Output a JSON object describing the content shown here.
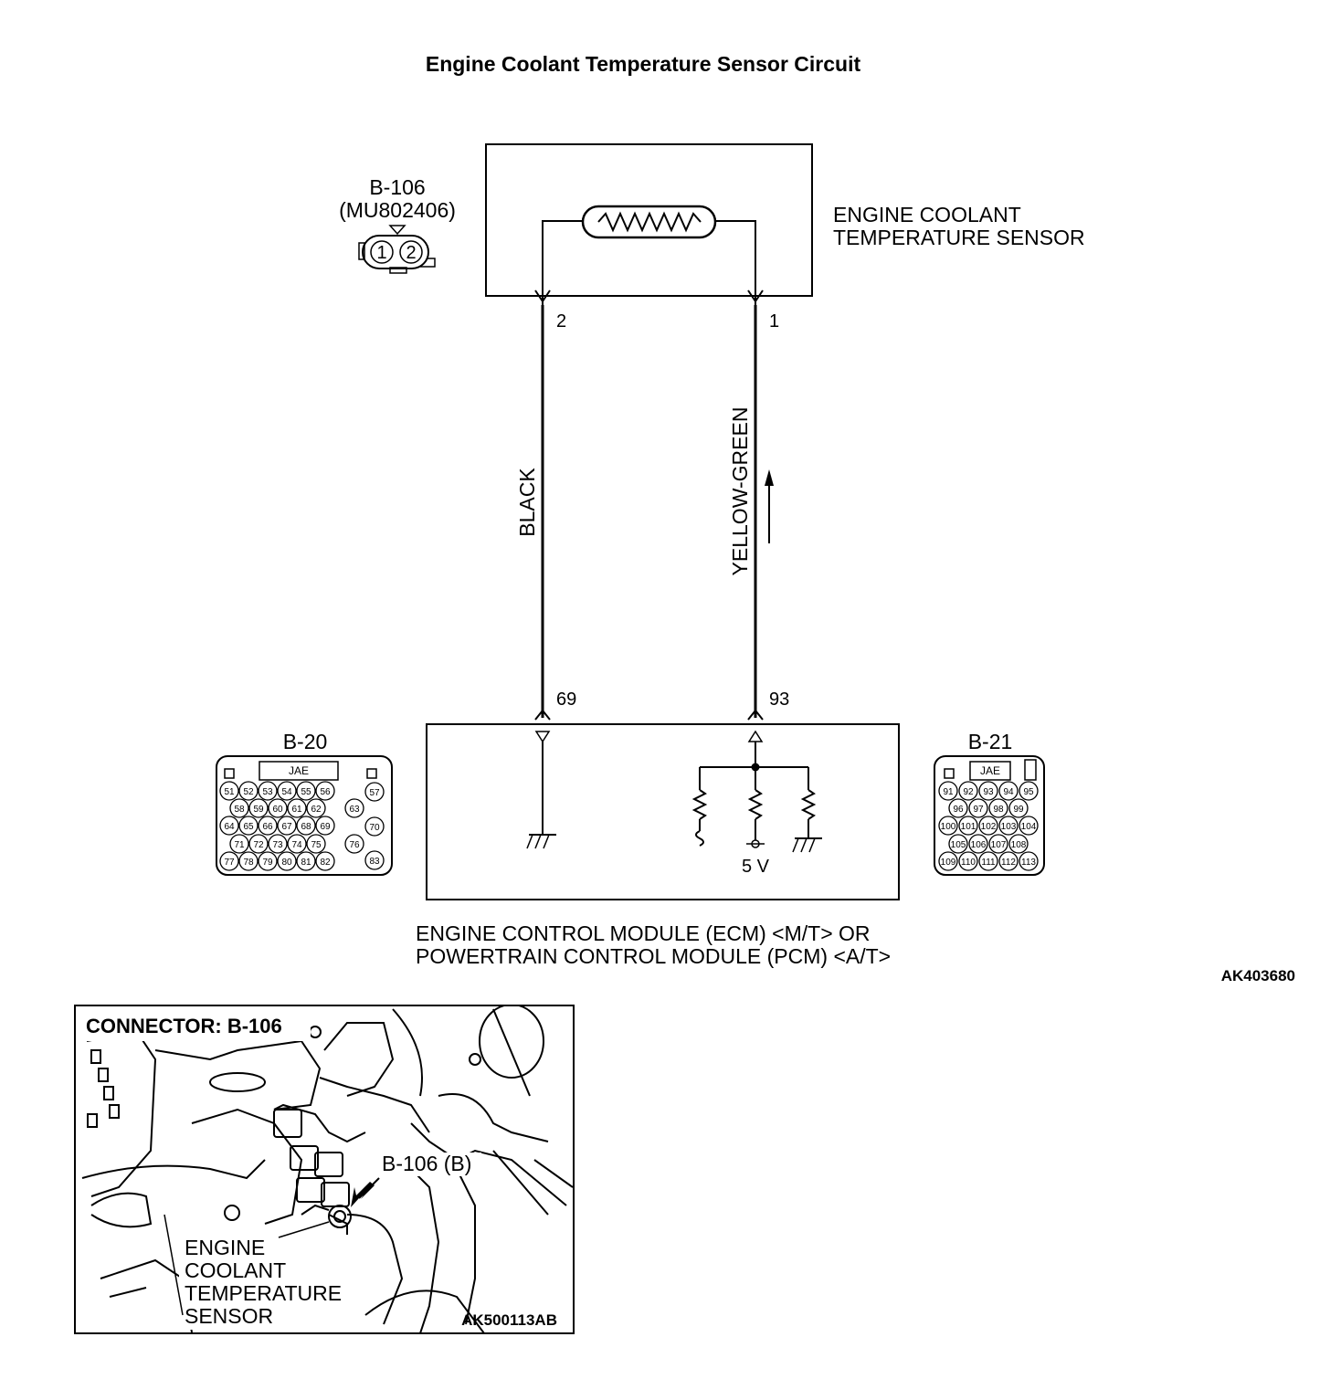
{
  "diagram": {
    "title": "Engine Coolant Temperature Sensor Circuit",
    "figure_code": "AK403680",
    "sensor": {
      "label_line1": "ENGINE COOLANT",
      "label_line2": "TEMPERATURE SENSOR",
      "connector_id": "B-106",
      "connector_part": "(MU802406)",
      "pin_a": "1",
      "pin_b": "2"
    },
    "wires": {
      "left": {
        "color": "BLACK",
        "sensor_pin": "2",
        "module_pin": "69"
      },
      "right": {
        "color": "YELLOW-GREEN",
        "sensor_pin": "1",
        "module_pin": "93"
      }
    },
    "module": {
      "label_line1": "ENGINE CONTROL MODULE (ECM) <M/T> OR",
      "label_line2": "POWERTRAIN CONTROL MODULE (PCM) <A/T>",
      "supply": "5 V"
    },
    "connector_b20": {
      "id": "B-20",
      "maker": "JAE",
      "pins": [
        "51",
        "52",
        "53",
        "54",
        "55",
        "56",
        "57",
        "58",
        "59",
        "60",
        "61",
        "62",
        "63",
        "64",
        "65",
        "66",
        "67",
        "68",
        "69",
        "70",
        "71",
        "72",
        "73",
        "74",
        "75",
        "76",
        "77",
        "78",
        "79",
        "80",
        "81",
        "82",
        "83"
      ]
    },
    "connector_b21": {
      "id": "B-21",
      "maker": "JAE",
      "pins": [
        "91",
        "92",
        "93",
        "94",
        "95",
        "96",
        "97",
        "98",
        "99",
        "100",
        "101",
        "102",
        "103",
        "104",
        "105",
        "106",
        "107",
        "108",
        "109",
        "110",
        "111",
        "112",
        "113"
      ]
    }
  },
  "inset": {
    "heading": "CONNECTOR: B-106",
    "callout": "B-106 (B)",
    "label_line1": "ENGINE",
    "label_line2": "COOLANT",
    "label_line3": "TEMPERATURE",
    "label_line4": "SENSOR",
    "figure_code": "AK500113AB"
  }
}
